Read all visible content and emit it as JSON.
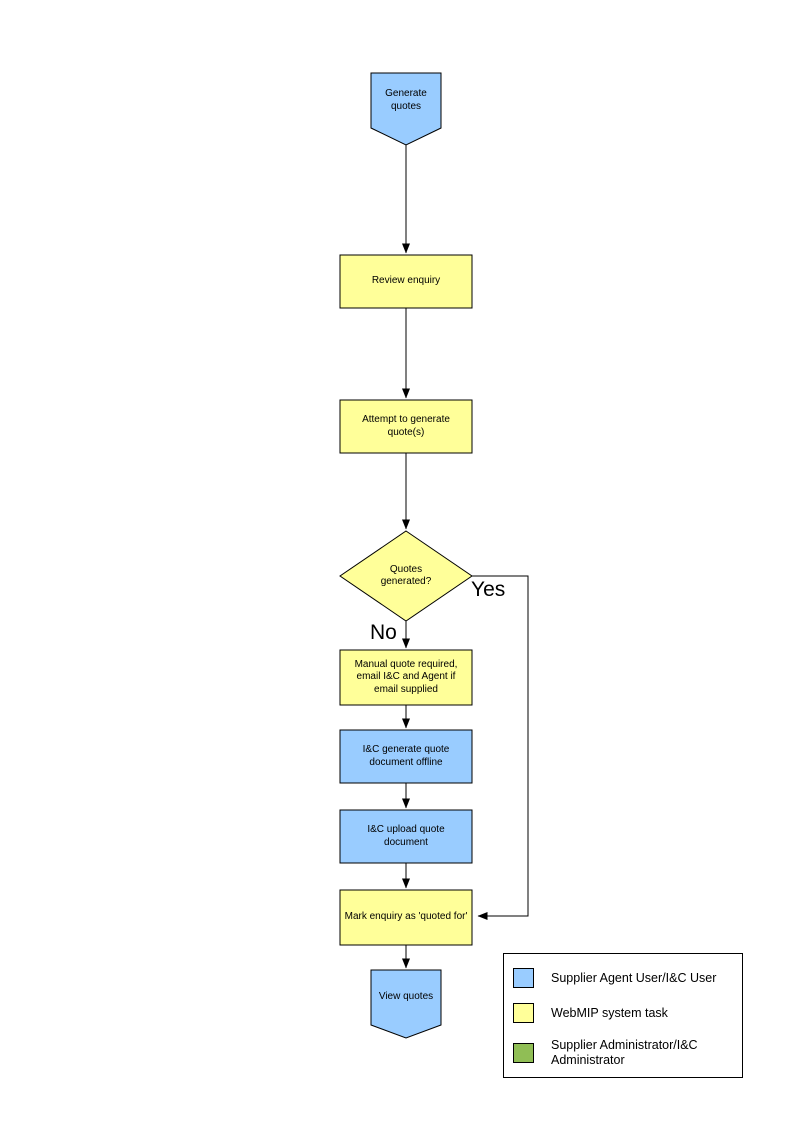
{
  "colors": {
    "blue": "#99CCFF",
    "yellow": "#FFFF99",
    "green": "#90BE55",
    "line": "#000000",
    "text": "#000000",
    "background": "#FFFFFF"
  },
  "nodes": {
    "start": {
      "type": "terminator",
      "fill": "blue",
      "label": "Generate quotes"
    },
    "review": {
      "type": "process",
      "fill": "yellow",
      "label": "Review enquiry"
    },
    "attempt": {
      "type": "process",
      "fill": "yellow",
      "label": "Attempt to generate quote(s)"
    },
    "decision": {
      "type": "decision",
      "fill": "yellow",
      "label": "Quotes generated?"
    },
    "manual": {
      "type": "process",
      "fill": "yellow",
      "label": "Manual quote required, email I&C and Agent if email supplied"
    },
    "offline": {
      "type": "process",
      "fill": "blue",
      "label": "I&C generate quote document offline"
    },
    "upload": {
      "type": "process",
      "fill": "blue",
      "label": "I&C upload quote document"
    },
    "mark": {
      "type": "process",
      "fill": "yellow",
      "label": "Mark enquiry as 'quoted for'"
    },
    "end": {
      "type": "terminator",
      "fill": "blue",
      "label": "View quotes"
    }
  },
  "branches": {
    "yes": "Yes",
    "no": "No"
  },
  "legend": {
    "items": [
      {
        "label": "Supplier Agent User/I&C User",
        "color": "#99CCFF"
      },
      {
        "label": "WebMIP system task",
        "color": "#FFFF99"
      },
      {
        "label": "Supplier Administrator/I&C Administrator",
        "color": "#90BE55"
      }
    ]
  }
}
